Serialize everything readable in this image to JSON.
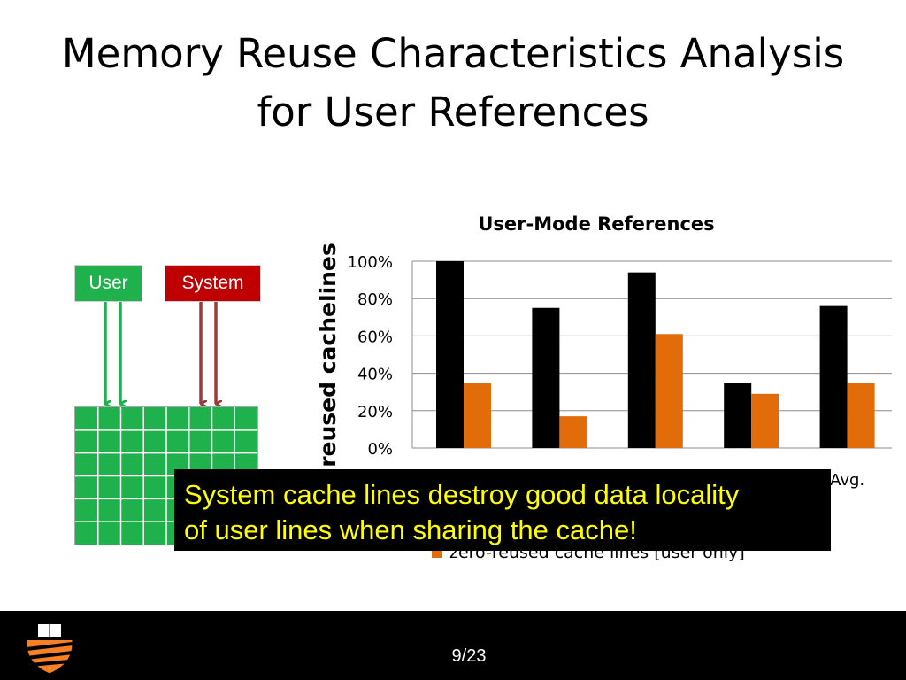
{
  "slide": {
    "title_lines": [
      "Memory Reuse Characteristics Analysis",
      "for User References"
    ],
    "page": "9/23"
  },
  "diagram": {
    "user_label": "User",
    "system_label": "System",
    "user_color": "#1fb14b",
    "system_color": "#c00000",
    "user_arrow_color": "#1fb14b",
    "system_arrow_color": "#9c3b3b",
    "cache_grid": {
      "rows": 6,
      "cols": 8,
      "fill": "#1fb14b",
      "line": "#ffffff"
    }
  },
  "callout": {
    "lines": [
      "System cache lines destroy good data locality",
      "of user lines when sharing the cache!"
    ],
    "text_color": "#ffff00",
    "background": "#000000"
  },
  "chart_data": {
    "type": "bar",
    "title": "User-Mode References",
    "ylabel": "reused cachelines",
    "ylim": [
      0,
      100
    ],
    "yticks": [
      "100%",
      "80%",
      "60%",
      "40%",
      "20%",
      "0%"
    ],
    "categories": [
      "",
      "",
      "",
      "",
      "Avg."
    ],
    "series": [
      {
        "name": "",
        "color": "#000000",
        "values": [
          100,
          75,
          94,
          35,
          76
        ]
      },
      {
        "name": "zero-reused cache lines [user only]",
        "color": "#e36c0a",
        "values": [
          35,
          17,
          61,
          29,
          35
        ]
      }
    ],
    "grid": true,
    "legend": "bottom"
  }
}
